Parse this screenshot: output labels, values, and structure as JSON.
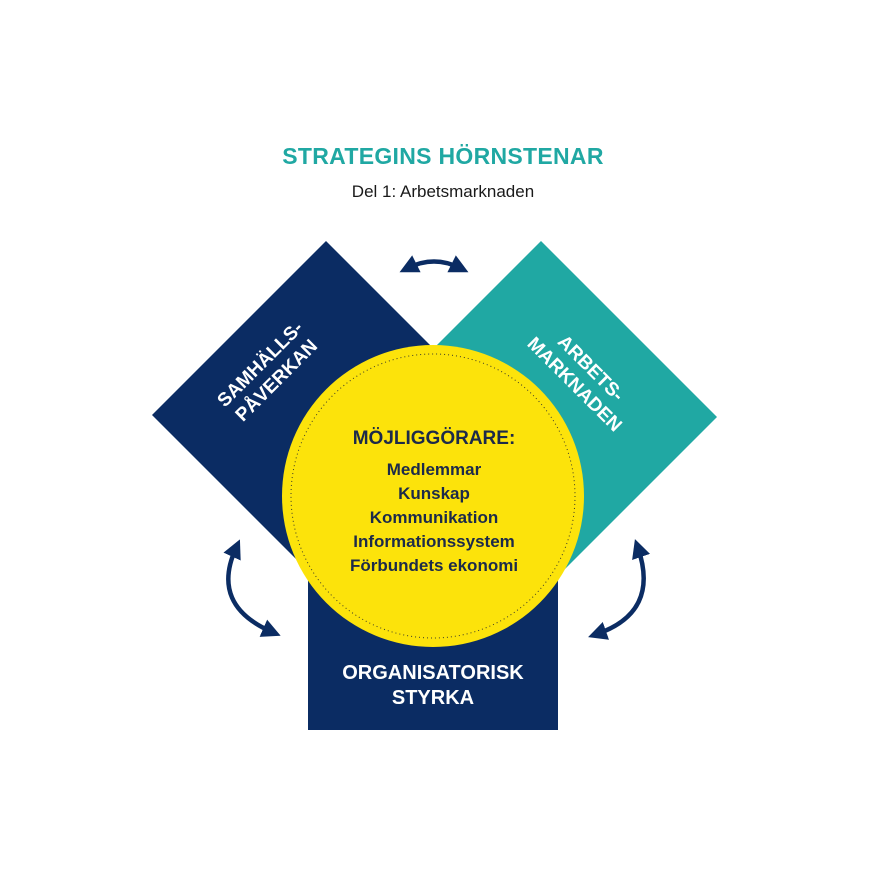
{
  "header": {
    "title": "STRATEGINS HÖRNSTENAR",
    "subtitle": "Del 1: Arbetsmarknaden"
  },
  "pillars": {
    "left": {
      "line1": "SAMHÄLLS-",
      "line2": "PÅVERKAN"
    },
    "right": {
      "line1": "ARBETS-",
      "line2": "MARKNADEN"
    },
    "bottom": {
      "line1": "ORGANISATORISK",
      "line2": "STYRKA"
    }
  },
  "center": {
    "heading": "MÖJLIGGÖRARE:",
    "items": [
      "Medlemmar",
      "Kunskap",
      "Kommunikation",
      "Informationssystem",
      "Förbundets ekonomi"
    ]
  },
  "colors": {
    "navy": "#0b2c63",
    "teal": "#20a8a3",
    "yellow": "#fce30b",
    "text_dark": "#1c2a4a",
    "title_teal": "#20a8a3"
  },
  "icons": {
    "arrows": [
      "double-arrow-top",
      "double-arrow-left",
      "double-arrow-right"
    ]
  }
}
